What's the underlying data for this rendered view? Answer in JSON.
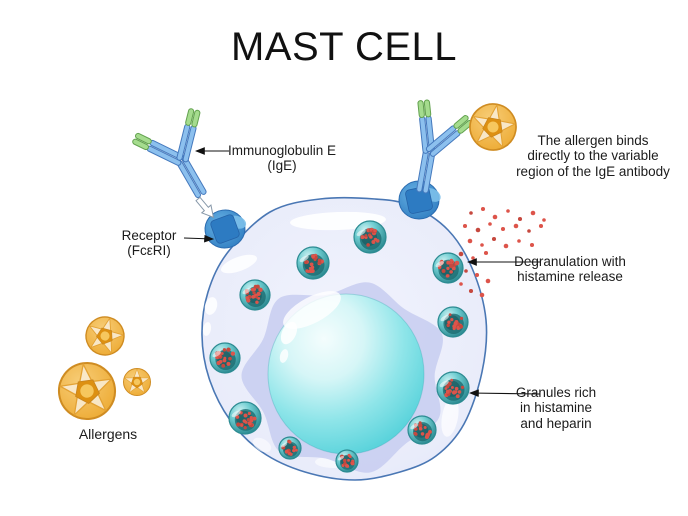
{
  "title": "MAST CELL",
  "labels": {
    "immunoglobulin": {
      "line1": "Immunoglobulin E",
      "line2": "(IgE)"
    },
    "receptor": {
      "line1": "Receptor",
      "line2": "(FcεRI)"
    },
    "allergen_binding": {
      "line1": "The allergen binds",
      "line2": "directly to the variable",
      "line3": "region of the IgE antibody"
    },
    "degranulation": {
      "line1": "Degranulation with",
      "line2": "histamine release"
    },
    "granules": {
      "line1": "Granules rich",
      "line2": "in histamine",
      "line3": "and heparin"
    },
    "allergens": "Allergens"
  },
  "icons": {
    "mast_cell": "large-lavender-cell-body",
    "nucleus": "teal-sphere",
    "granule": "teal-vesicle-with-red-histamine-dots",
    "ige_antibody": "y-shaped-blue-green-antibody",
    "fc_receptor": "blue-membrane-receptor",
    "allergen": "orange-star-patterned-sphere",
    "histamine": "scattered-red-dots",
    "binding_arrow": "white-outline-arrow"
  },
  "colors": {
    "background": "#ffffff",
    "cell_fill": "#e9ecfa",
    "cell_fill_light": "#f1f3fd",
    "cell_fill_edge": "#dde2f7",
    "cell_stroke": "#4a77b4",
    "nucleus_shadow": "#c9cef1",
    "nucleus_light": "#f4fdfd",
    "nucleus_mid": "#8fe5e9",
    "nucleus_main": "#45ccd6",
    "granule_light": "#cdf1f2",
    "granule_mid": "#6fcdd1",
    "granule_edge": "#238289",
    "granule_rim": "#2c8b92",
    "granule_dark": "#1d6b71",
    "granule_darker": "#155056",
    "histamine_red": "#dd544a",
    "histamine_red_dark": "#c6483e",
    "antibody_blue": "#8cc0ee",
    "antibody_blue_stroke": "#4579bd",
    "antibody_green": "#a5dc8e",
    "antibody_green_stroke": "#63a24f",
    "receptor_light": "#66b1e4",
    "receptor_blue": "#2f7cc0",
    "receptor_inner": "#2d7bc2",
    "receptor_stroke": "#2a6bb0",
    "allergen_light": "#f7cd78",
    "allergen_orange": "#edaa32",
    "allergen_rim": "#cf8c22",
    "allergen_star": "#f8ead0",
    "allergen_star_stroke": "#e3a234",
    "allergen_center": "#dd9012",
    "allergen_center_dot": "#f6c75e",
    "arrow_black": "#111111",
    "label_text": "#1b1b1b"
  }
}
